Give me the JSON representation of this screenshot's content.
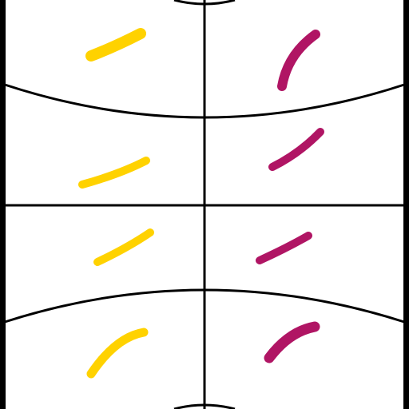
{
  "colors": {
    "background": "#ffffff",
    "lines": "#000000",
    "left_strokes": "#ffd200",
    "right_strokes": "#b01564"
  },
  "grid": {
    "columns": 2,
    "rows": 4
  },
  "strokes": {
    "left": [
      {
        "row": 1,
        "color": "yellow"
      },
      {
        "row": 2,
        "color": "yellow"
      },
      {
        "row": 3,
        "color": "yellow"
      },
      {
        "row": 4,
        "color": "yellow"
      }
    ],
    "right": [
      {
        "row": 1,
        "color": "magenta"
      },
      {
        "row": 2,
        "color": "magenta"
      },
      {
        "row": 3,
        "color": "magenta"
      },
      {
        "row": 4,
        "color": "magenta"
      }
    ]
  }
}
